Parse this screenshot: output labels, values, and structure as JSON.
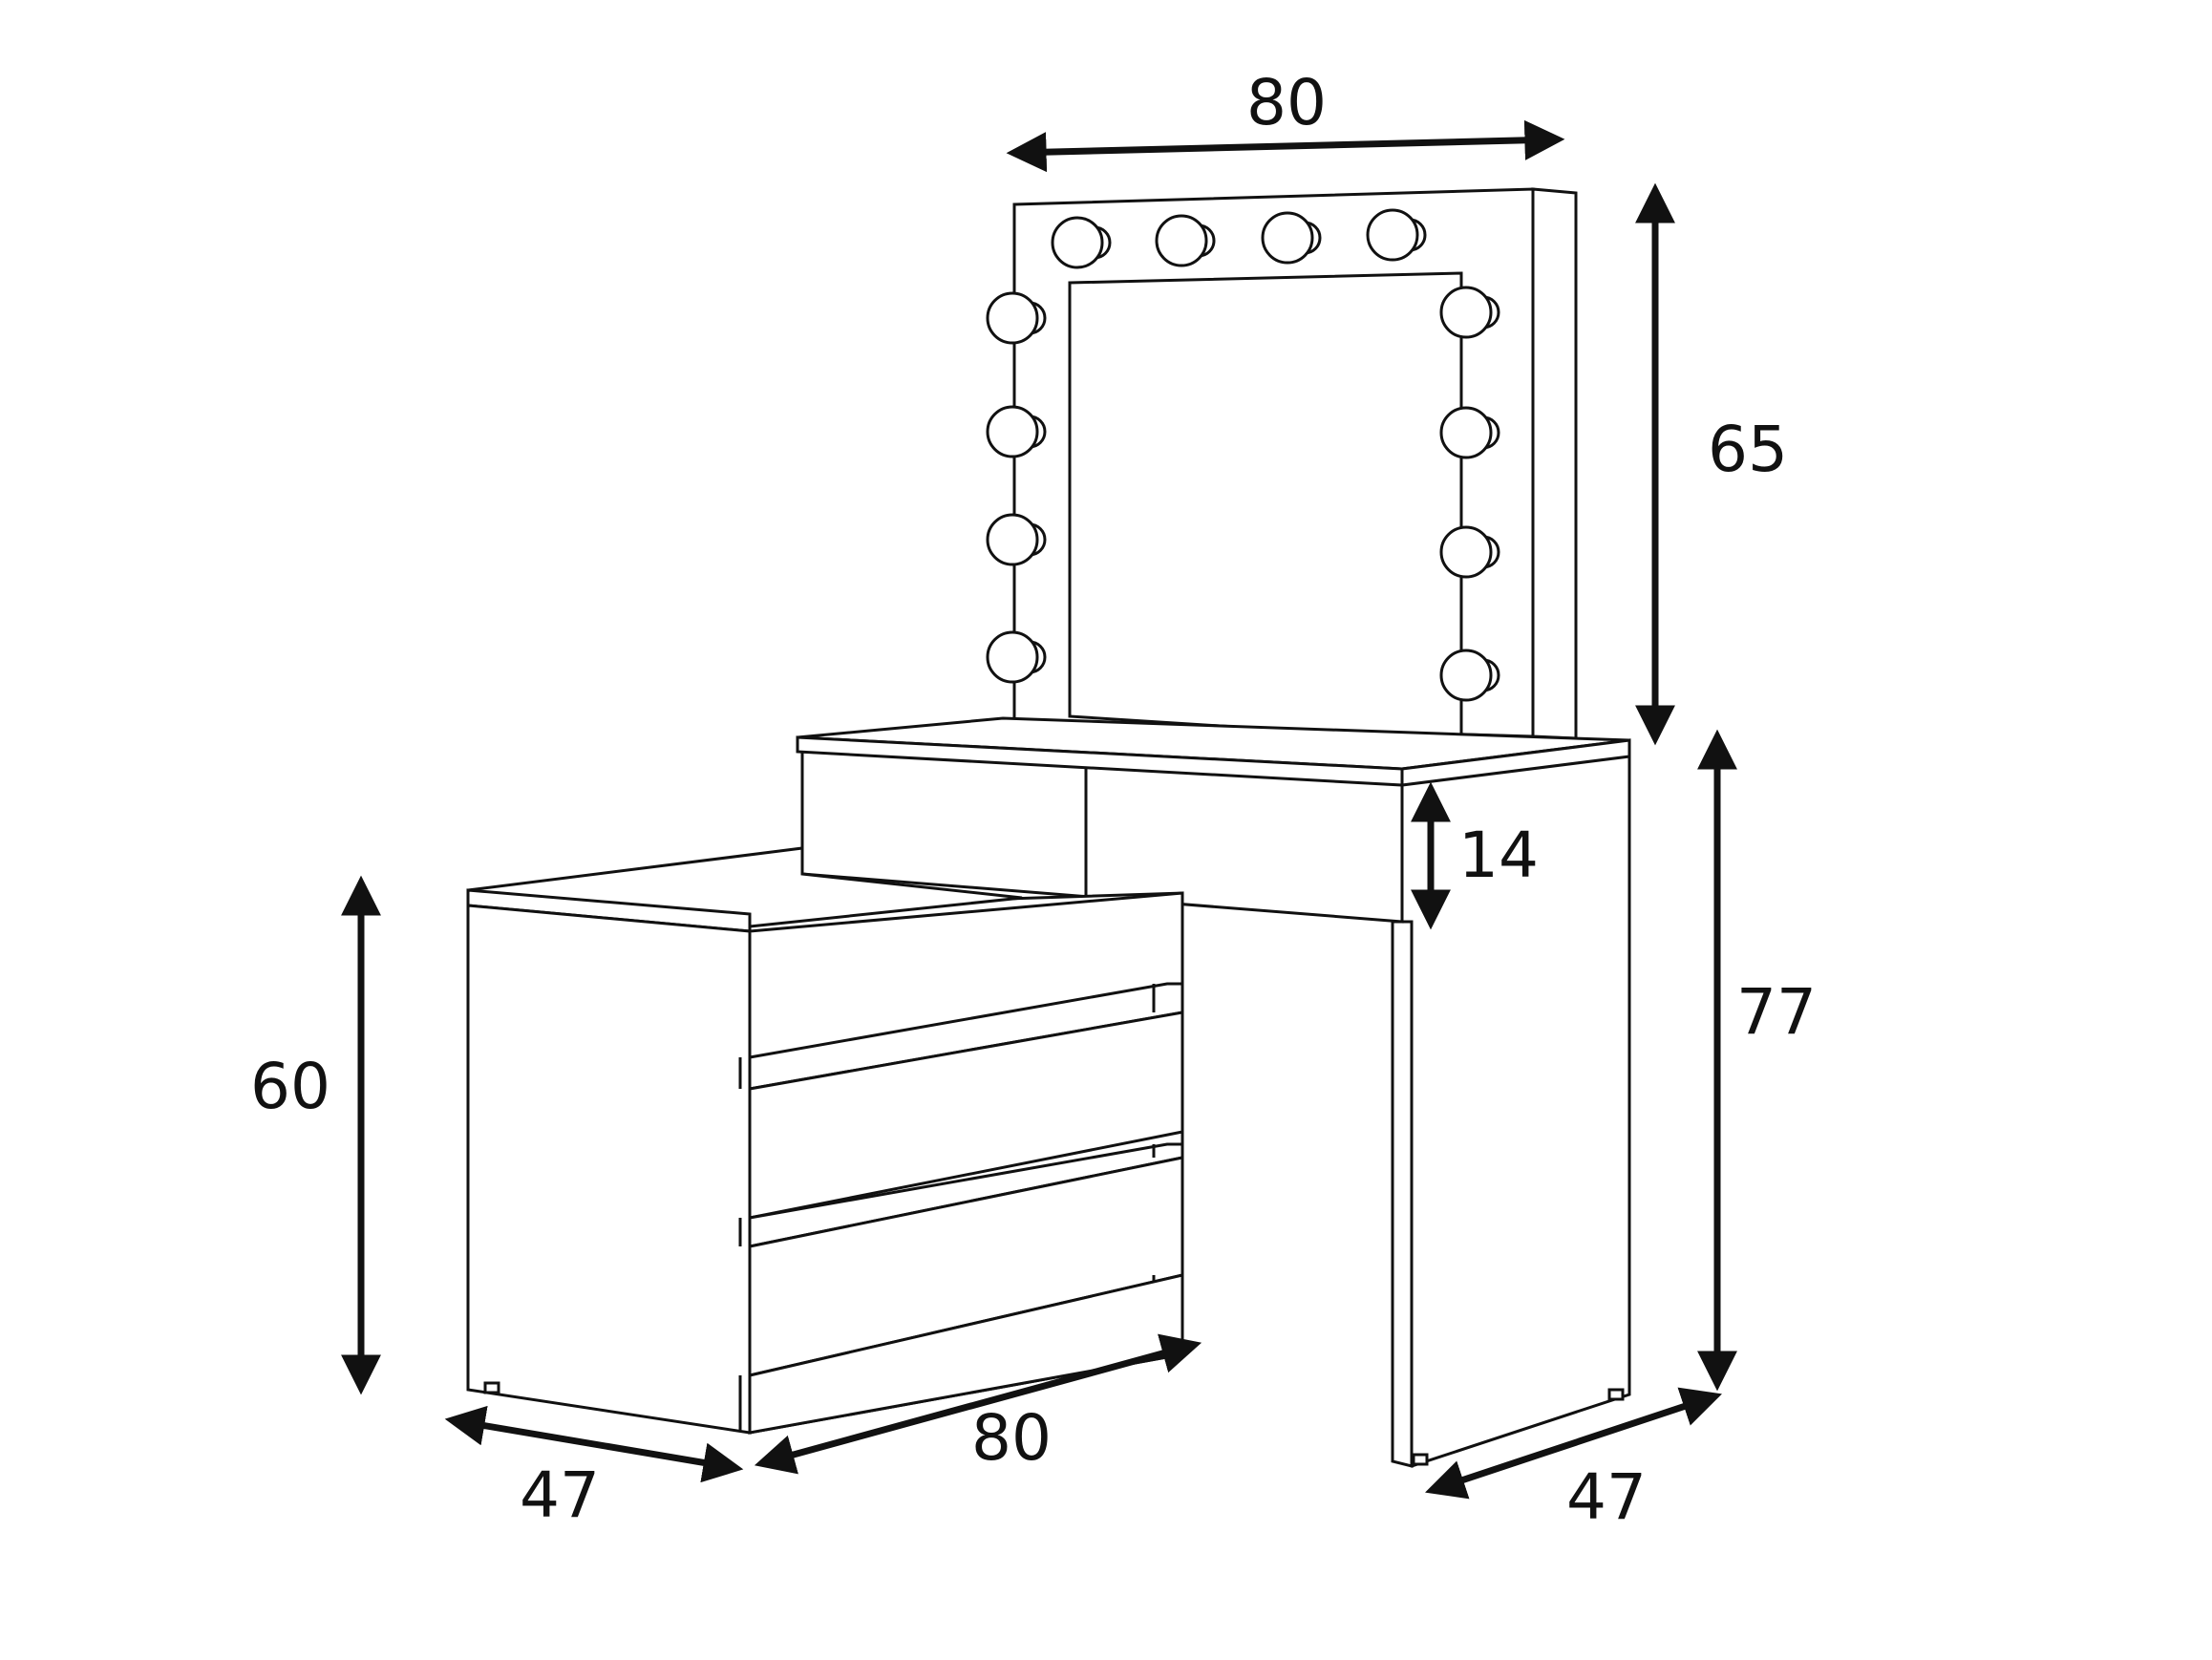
{
  "diagram": {
    "line_color": "#111111",
    "background": "#ffffff",
    "bulb_count": 12
  },
  "dimensions": {
    "mirror_width": "80",
    "mirror_height": "65",
    "drawer_height": "14",
    "table_height": "77",
    "table_depth": "47",
    "dresser_height": "60",
    "dresser_depth": "47",
    "dresser_width": "80"
  }
}
